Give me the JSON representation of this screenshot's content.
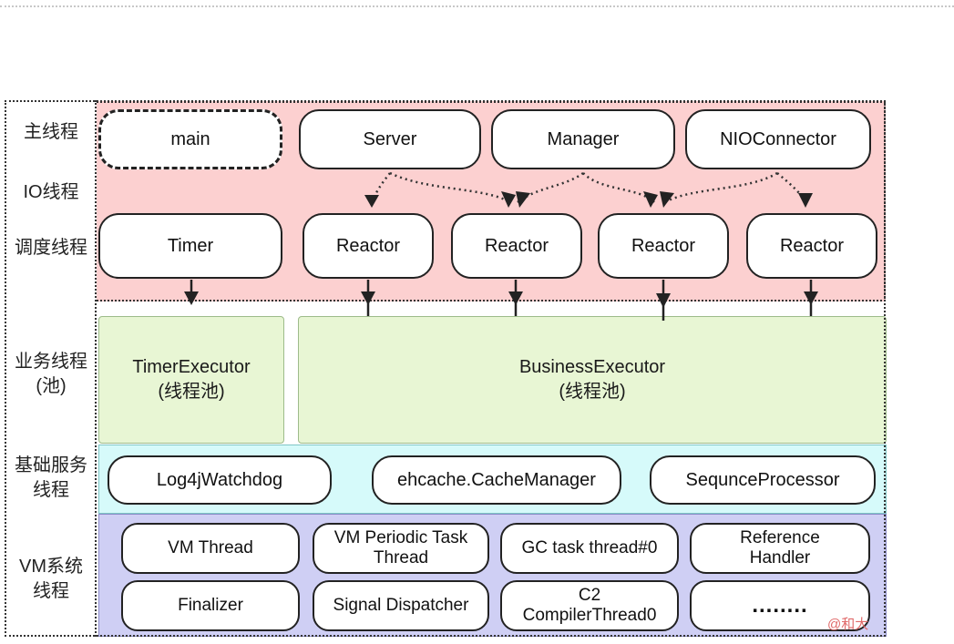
{
  "row_labels": {
    "main_thread": "主线程",
    "io_thread": "IO线程",
    "scheduler_thread": "调度线程",
    "business_thread": "业务线程\n(池)",
    "base_service_thread": "基础服务\n线程",
    "vm_thread": "VM系统\n线程"
  },
  "io_layer": {
    "main": "main",
    "server": "Server",
    "manager": "Manager",
    "nio_connector": "NIOConnector",
    "timer": "Timer",
    "reactors": [
      "Reactor",
      "Reactor",
      "Reactor",
      "Reactor"
    ]
  },
  "business_layer": {
    "timer_executor": "TimerExecutor",
    "timer_executor_sub": "(线程池)",
    "business_executor": "BusinessExecutor",
    "business_executor_sub": "(线程池)"
  },
  "base_layer": {
    "items": [
      "Log4jWatchdog",
      "ehcache.CacheManager",
      "SequnceProcessor"
    ]
  },
  "vm_layer": {
    "items": [
      "VM Thread",
      "VM Periodic Task\nThread",
      "GC task thread#0",
      "Reference\nHandler",
      "Finalizer",
      "Signal Dispatcher",
      "C2\nCompilerThread0",
      "........"
    ]
  },
  "watermark": "@和大",
  "colors": {
    "io_band": "#fcd0d0",
    "business_band": "#e8f6d4",
    "base_band": "#d6fafa",
    "vm_band": "#cfcff4"
  }
}
